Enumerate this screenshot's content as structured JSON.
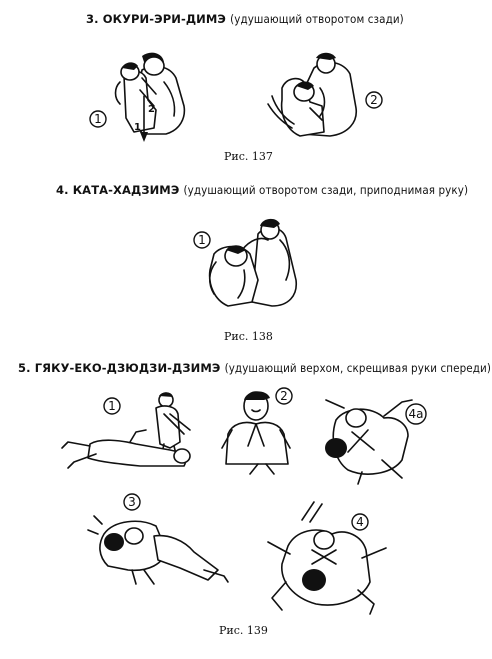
{
  "sections": [
    {
      "number": "3.",
      "title": "ОКУРИ-ЭРИ-ДИМЭ",
      "subtitle": "(удушающий отворотом сзади)"
    },
    {
      "number": "4.",
      "title": "КАТА-ХАДЗИМЭ",
      "subtitle": "(удушающий отворотом сзади, приподнимая руку)"
    },
    {
      "number": "5.",
      "title": "ГЯКУ-ЕКО-ДЗЮДЗИ-ДЗИМЭ",
      "subtitle": "(удушающий верхом, скрещивая руки спереди)"
    }
  ],
  "captions": [
    "Рис. 137",
    "Рис. 138",
    "Рис. 139"
  ],
  "markers": {
    "f137_1": "1",
    "f137_2": "2",
    "f137_arrow_2": "2",
    "f137_arrow_1": "1",
    "f138_1": "1",
    "f139_1": "1",
    "f139_2": "2",
    "f139_3": "3",
    "f139_4": "4",
    "f139_4a": "4а"
  }
}
